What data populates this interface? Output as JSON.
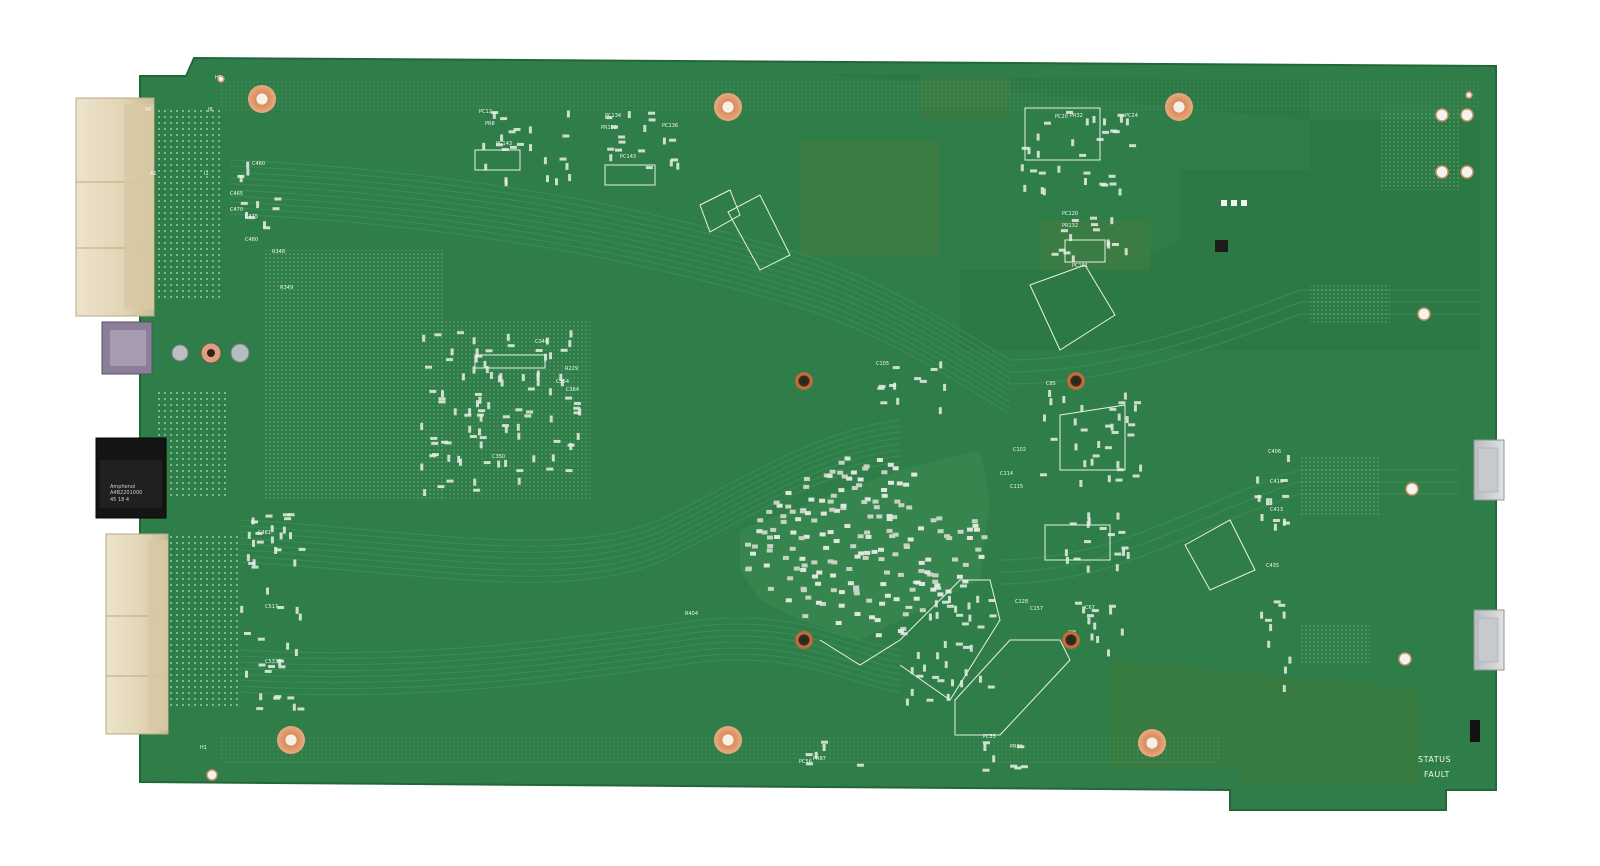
{
  "board": {
    "led_labels": {
      "status": "STATUS",
      "fault": "FAULT"
    },
    "connector_label": {
      "brand": "Amphenol",
      "part_number": "A4B2201000",
      "code": "45 18 4"
    },
    "reference_designators": [
      "PC12",
      "PR8",
      "PC143",
      "PC134",
      "PR152",
      "PC143",
      "PC136",
      "PC20",
      "PR32",
      "PC24",
      "PC120",
      "PR132",
      "PC151",
      "H5",
      "H1",
      "A6",
      "J8",
      "A1",
      "I1",
      "C460",
      "C465",
      "C470",
      "C475",
      "C480",
      "R348",
      "R349",
      "C346",
      "R229",
      "C354",
      "C364",
      "C350",
      "C105",
      "C85",
      "C102",
      "C114",
      "C115",
      "R404",
      "C481",
      "C517",
      "C533",
      "C406",
      "C410",
      "C413",
      "C435",
      "C128",
      "C157",
      "C67",
      "PC56",
      "PR87",
      "PC55",
      "PR81"
    ]
  },
  "colors": {
    "board": "#2f7d48",
    "board_edge": "#236b3b",
    "trace": "#3a8a52",
    "copper_ring": "#e7a47a",
    "silkscreen": "#f4f7f2",
    "connector_body": "#e7dcc3",
    "connector_gold": "#c8a94e"
  }
}
